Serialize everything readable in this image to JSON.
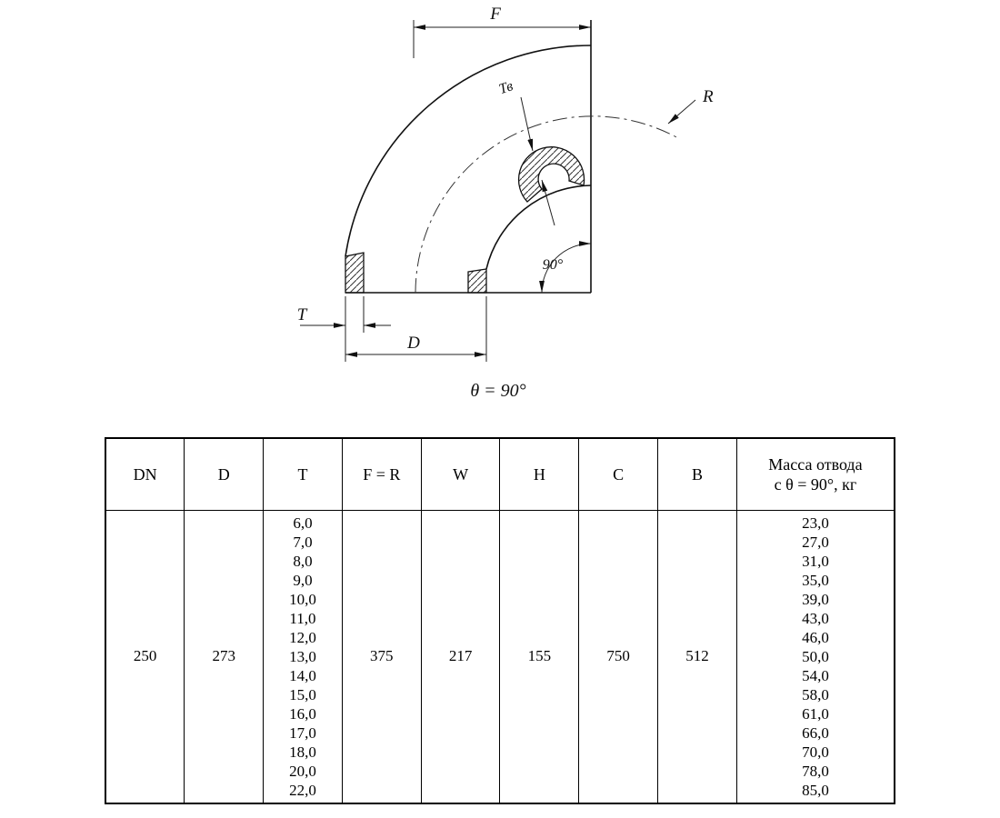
{
  "drawing": {
    "f_label": "F",
    "r_label": "R",
    "tv_label": "Тв",
    "t_label": "T",
    "d_label": "D",
    "angle_label": "90°",
    "theta_label": "θ = 90°"
  },
  "table": {
    "headers": {
      "dn": "DN",
      "d": "D",
      "t": "T",
      "fr": "F = R",
      "w": "W",
      "h": "H",
      "c": "C",
      "b": "B",
      "mass_line1": "Масса отвода",
      "mass_line2": "с θ =  90°, кг"
    },
    "row": {
      "dn": "250",
      "d": "273",
      "t_values": [
        "6,0",
        "7,0",
        "8,0",
        "9,0",
        "10,0",
        "11,0",
        "12,0",
        "13,0",
        "14,0",
        "15,0",
        "16,0",
        "17,0",
        "18,0",
        "20,0",
        "22,0"
      ],
      "fr": "375",
      "w": "217",
      "h": "155",
      "c": "750",
      "b": "512",
      "mass_values": [
        "23,0",
        "27,0",
        "31,0",
        "35,0",
        "39,0",
        "43,0",
        "46,0",
        "50,0",
        "54,0",
        "58,0",
        "61,0",
        "66,0",
        "70,0",
        "78,0",
        "85,0"
      ]
    }
  }
}
